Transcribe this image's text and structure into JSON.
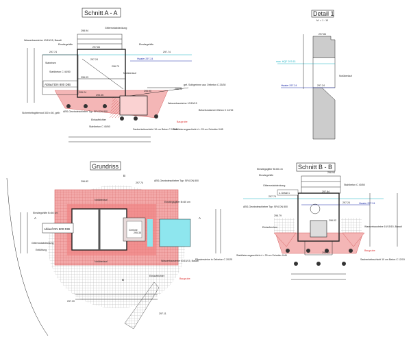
{
  "sections": {
    "section_aa": {
      "title": "Schnitt A - A",
      "labels": [
        "Gitterrostabdeckung",
        "Einstiegshilfe",
        "Einstiegshilfe",
        "Wasserbausteine 10/15/15, Basalt",
        "Stabeisen",
        "Stahlbeton C 40/50",
        "Ablauf DN 800 DIB",
        "Sicherheitsgitterrost 300 x 60, gelb",
        "ABS-Gewindeschieber Typ: SR4 DN 800",
        "Einlauftrichter",
        "Stahlbeton C 40/50",
        "Sauberkeitsschicht 10 cm Beton C 12/15",
        "Stabilisierungsschicht d = 25 cm Schotter 0/45",
        "Baugrube",
        "Wasserbausteine 10/15/15",
        "Betonfundament Beton C 12/15",
        "gef. Sohlgerinne aus Ortbeton C 25/30",
        "Notüberlauf",
        "Hwater 297.24"
      ],
      "levels": [
        "298.94",
        "297.84",
        "297.74",
        "297.24",
        "297.74",
        "296.79",
        "296.03",
        "295.35",
        "295.24",
        "295.90",
        "296.02"
      ]
    },
    "detail_1": {
      "title": "Detail 1",
      "scale": "M. = 1 : 10",
      "labels": [
        "Notüberlauf",
        "Hwater 297.24",
        "max. HQF 297.63"
      ],
      "levels": [
        "297.84",
        "297.24"
      ]
    },
    "plan": {
      "title": "Grundriss",
      "labels": [
        "Ablauf DN 800 DIB",
        "Einstiegshilfe B=60 cm",
        "ABS-Gewindeschieber Typ: SR4 DN 800",
        "Gitterrostabdeckung",
        "Entlüftung",
        "Notüberlauf",
        "Notüberlauf",
        "Gerinne",
        "Wasserbausteine 10/15/15, Basalt",
        "Pflastersteine in Ortbeton C 20/25",
        "Baugrube",
        "Einlauftrichter",
        "Einstiegsgitter B=60 cm"
      ],
      "levels": [
        "296.82",
        "297.74",
        "295.35",
        "297.20",
        "297.11"
      ],
      "section_markers": [
        "A",
        "A",
        "B",
        "B"
      ]
    },
    "section_bb": {
      "title": "Schnitt B - B",
      "labels": [
        "Einstiegsgitter B=60 cm",
        "Einstiegshilfe",
        "Gitterrostabdeckung",
        "s. Detail 1",
        "Stahlbeton C 40/50",
        "ABS-Gewindeschieber Typ: SR4 DN 800",
        "Einlaufrechen",
        "Wasserbausteine 10/15/15, Basalt",
        "Baugrube",
        "Stabilisierungsschicht d = 25 cm Schotter 0/45",
        "Sauberkeitsschicht 10 cm Beton C 12/15",
        "Hwater 297.24"
      ],
      "levels": [
        "298.94",
        "297.84",
        "297.74",
        "297.24",
        "296.79",
        "296.02",
        "295.35"
      ]
    }
  },
  "colors": {
    "excavation": "#f4b6b6",
    "water_cyan": "#19b3c4",
    "water_blue": "#1a2aa8",
    "concrete": "#cccccc",
    "red_text": "#d33333"
  }
}
